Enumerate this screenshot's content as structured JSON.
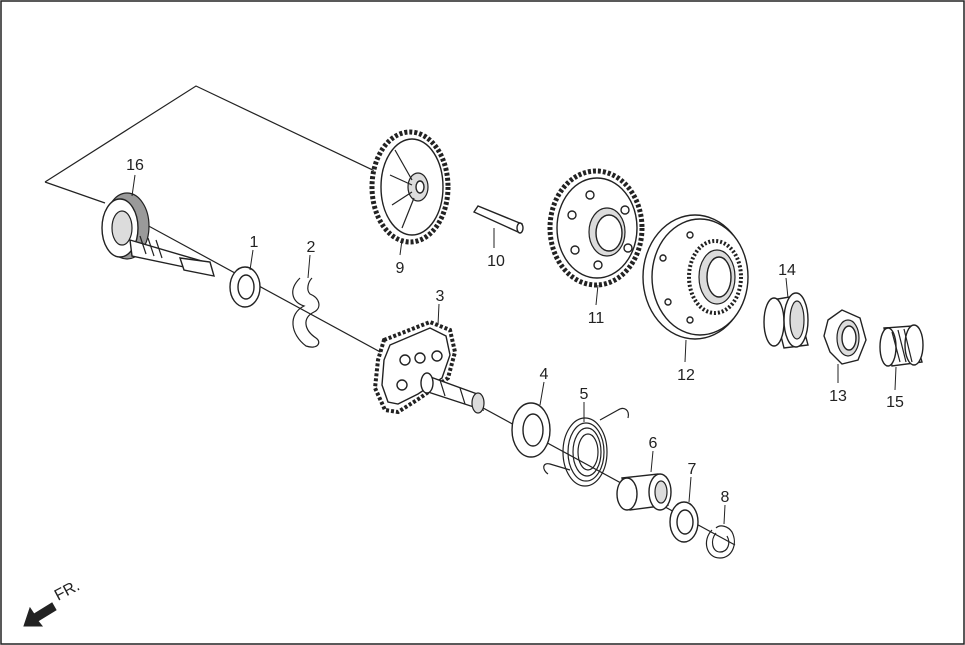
{
  "parts": [
    {
      "id": "part-1",
      "label": "1"
    },
    {
      "id": "part-2",
      "label": "2"
    },
    {
      "id": "part-3",
      "label": "3"
    },
    {
      "id": "part-4",
      "label": "4"
    },
    {
      "id": "part-5",
      "label": "5"
    },
    {
      "id": "part-6",
      "label": "6"
    },
    {
      "id": "part-7",
      "label": "7"
    },
    {
      "id": "part-8",
      "label": "8"
    },
    {
      "id": "part-9",
      "label": "9"
    },
    {
      "id": "part-10",
      "label": "10"
    },
    {
      "id": "part-11",
      "label": "11"
    },
    {
      "id": "part-12",
      "label": "12"
    },
    {
      "id": "part-13",
      "label": "13"
    },
    {
      "id": "part-14",
      "label": "14"
    },
    {
      "id": "part-15",
      "label": "15"
    },
    {
      "id": "part-16",
      "label": "16"
    }
  ],
  "direction": {
    "label": "FR.",
    "icon": "front-arrow-icon"
  }
}
